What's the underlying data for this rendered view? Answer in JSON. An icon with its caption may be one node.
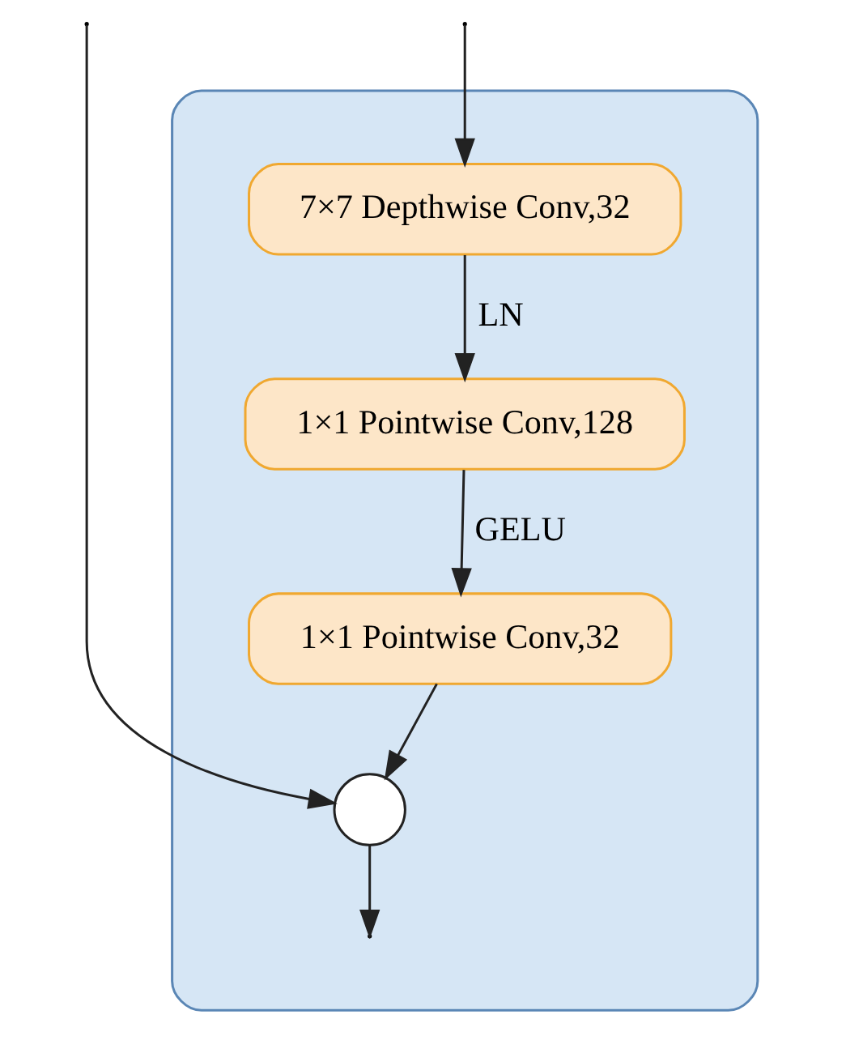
{
  "diagram": {
    "nodes": [
      {
        "text": [],
        "shape": "box"
      },
      {
        "text": [
          "7×7 Depthwise Conv,32"
        ],
        "in": 0
      },
      {
        "text": [
          "1×1 Pointwise Conv,128"
        ],
        "in": 0
      },
      {
        "text": [
          "1×1 Pointwise Conv,32"
        ],
        "in": 0
      },
      {
        "text": [],
        "shape": "circle",
        "in": 0
      }
    ],
    "edges": [
      {
        "from": null,
        "to": 1,
        "arrow": "to"
      },
      {
        "from": null,
        "to": 4,
        "arrow": "to"
      },
      {
        "from": 1,
        "to": 2,
        "arrow": "to",
        "label": "LN"
      },
      {
        "from": 2,
        "to": 3,
        "arrow": "to",
        "label": "GELU"
      },
      {
        "from": 3,
        "to": 4,
        "arrow": "to"
      },
      {
        "from": 4,
        "to": null,
        "arrow": "to"
      }
    ]
  }
}
